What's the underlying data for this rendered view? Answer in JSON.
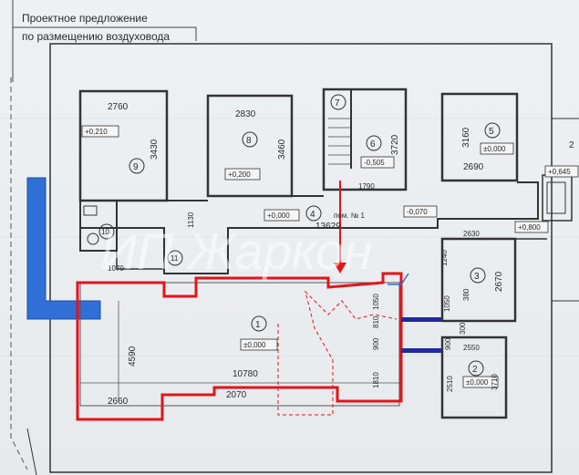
{
  "title": {
    "line1": "Проектное предложение",
    "line2": "по размещению воздуховода"
  },
  "watermark": "ИП Жаркон",
  "rooms": [
    {
      "number": "1",
      "level": "±0,000"
    },
    {
      "number": "2",
      "level": "±0,000"
    },
    {
      "number": "3",
      "level": ""
    },
    {
      "number": "4",
      "level": "+0,000"
    },
    {
      "number": "5",
      "level": "±0,000"
    },
    {
      "number": "6",
      "level": "-0,505"
    },
    {
      "number": "7",
      "level": ""
    },
    {
      "number": "8",
      "level": "+0,200"
    },
    {
      "number": "9",
      "level": "+0,210"
    },
    {
      "number": "10",
      "level": ""
    },
    {
      "number": "11",
      "level": ""
    }
  ],
  "labels": {
    "room_ref": "пом. № 1",
    "level_corridor": "-0,070",
    "level_right": "+0,800",
    "level_exterior": "+0,645",
    "digit_2": "2"
  },
  "dimensions": {
    "d2760": "2760",
    "d3430": "3430",
    "d2830": "2830",
    "d3460": "3460",
    "d3720": "3720",
    "d1790": "1790",
    "d3160": "3160",
    "d2690": "2690",
    "d1130": "1130",
    "d13629": "13629",
    "d1070": "1070",
    "d2630": "2630",
    "d1240": "1240",
    "d2670": "2670",
    "d1050a": "1050",
    "d1050b": "1050",
    "d380": "380",
    "d810": "810",
    "d300": "300",
    "d900a": "900",
    "d900b": "900",
    "d2550": "2550",
    "d3710": "3710",
    "d2510": "2510",
    "d1810": "1810",
    "d4590": "4590",
    "d10780": "10780",
    "d2660": "2660",
    "d2070": "2070"
  },
  "colors": {
    "wall": "#3a3a3a",
    "red_outline": "#e3141b",
    "duct_blue": "#2f6fd6",
    "dark_blue": "#1f2a9e"
  }
}
